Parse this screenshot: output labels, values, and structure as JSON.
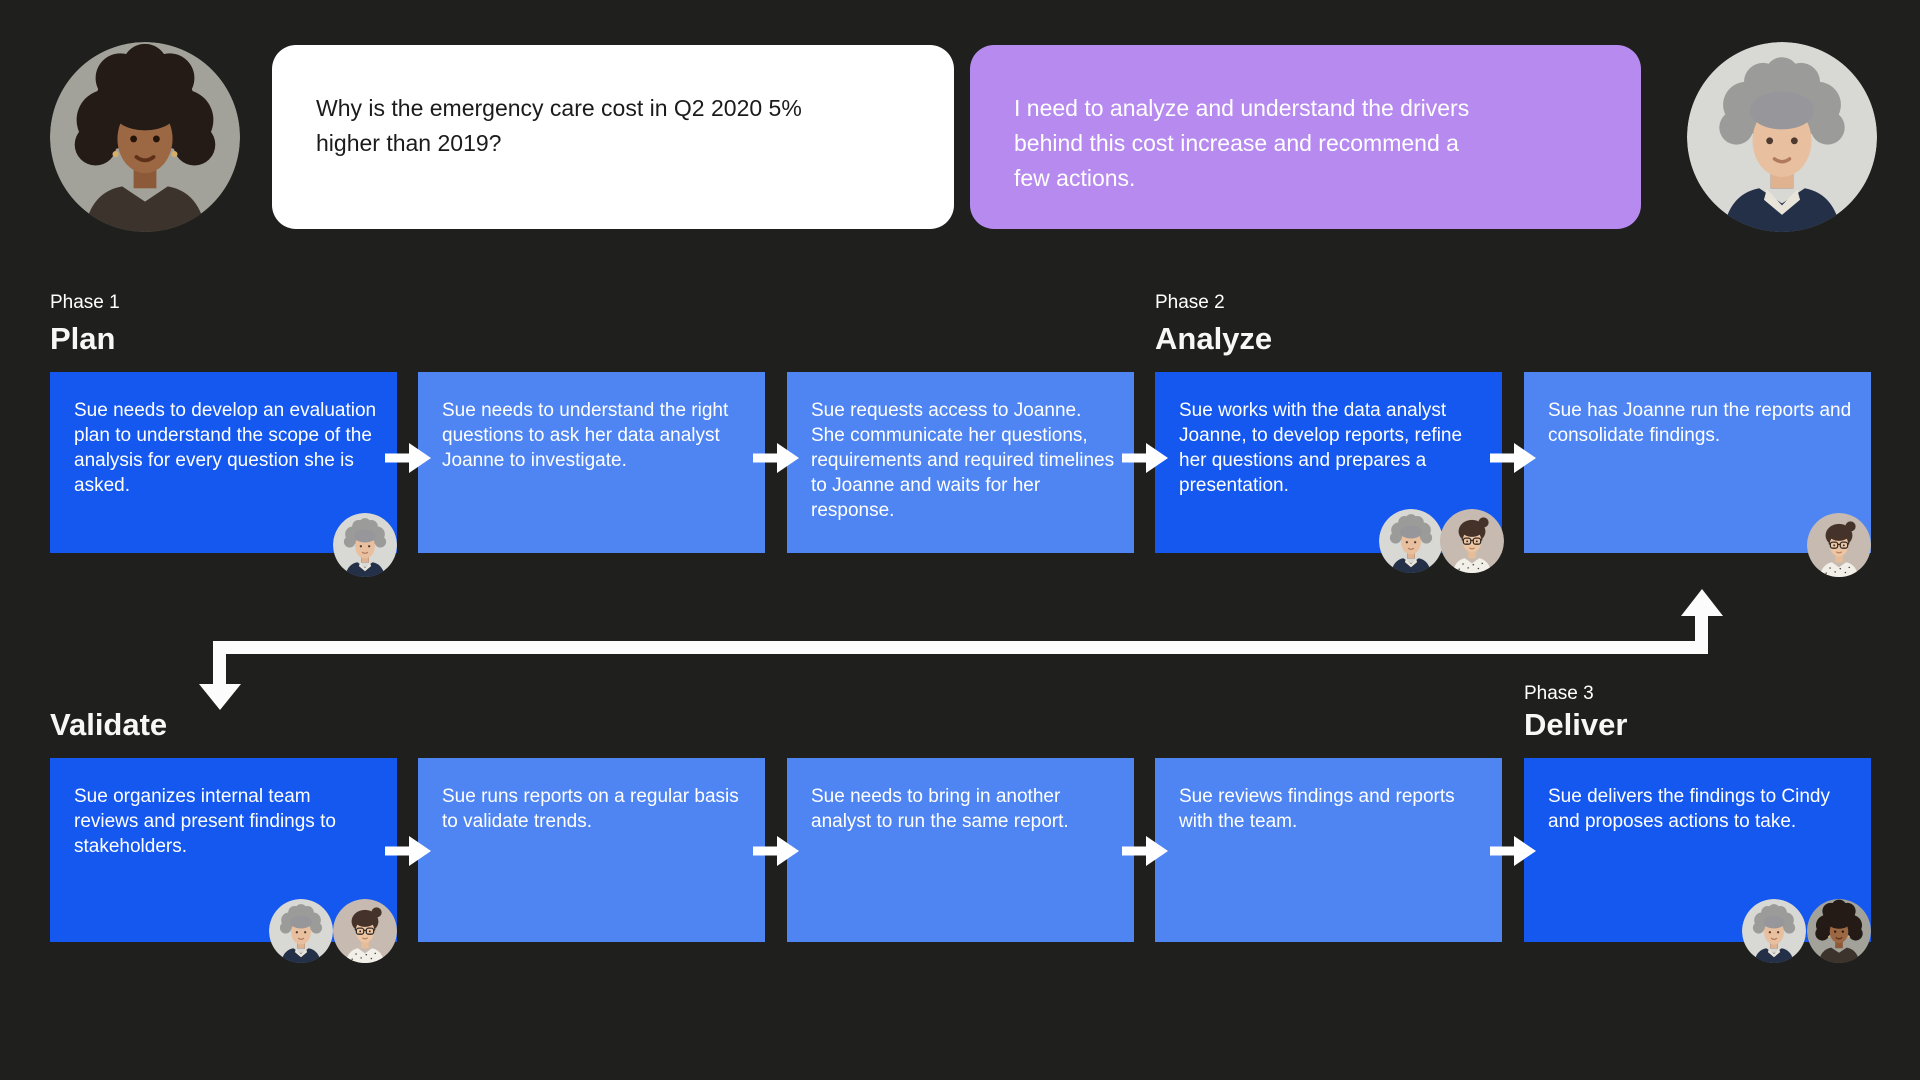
{
  "conversation": {
    "cindy_question": "Why is the emergency care cost in Q2 2020 5% higher than 2019?",
    "sue_response": "I need to analyze and understand the drivers behind this cost increase and recommend a few actions."
  },
  "phases": {
    "phase1": {
      "label": "Phase 1",
      "title": "Plan"
    },
    "phase2": {
      "label": "Phase 2",
      "title": "Analyze"
    },
    "phase3": {
      "label": "Phase 3",
      "title": "Deliver"
    },
    "validate": {
      "title": "Validate"
    }
  },
  "journey": {
    "row1": [
      "Sue needs to develop an evaluation plan to understand the scope of the analysis for every question she is asked.",
      "Sue needs to understand the right questions to ask her data analyst Joanne to investigate.",
      "Sue requests access to Joanne. She communicate her questions, requirements  and required timelines to Joanne and waits for her response.",
      "Sue works with the data analyst Joanne, to develop reports, refine her questions and prepares a presentation.",
      "Sue has Joanne run the reports and consolidate findings."
    ],
    "row2": [
      "Sue organizes internal team reviews and present findings to stakeholders.",
      "Sue runs reports on a regular basis to validate trends.",
      "Sue needs to bring in another analyst to run the same report.",
      "Sue reviews findings and reports with the team.",
      "Sue delivers the findings to Cindy and proposes actions to take."
    ]
  },
  "colors": {
    "background": "#1f201d",
    "card_dark_blue": "#1458f0",
    "card_light_blue": "#4f85f2",
    "bubble_purple": "#b78aef",
    "bubble_white": "#ffffff",
    "arrow_white": "#fcfcfc"
  }
}
